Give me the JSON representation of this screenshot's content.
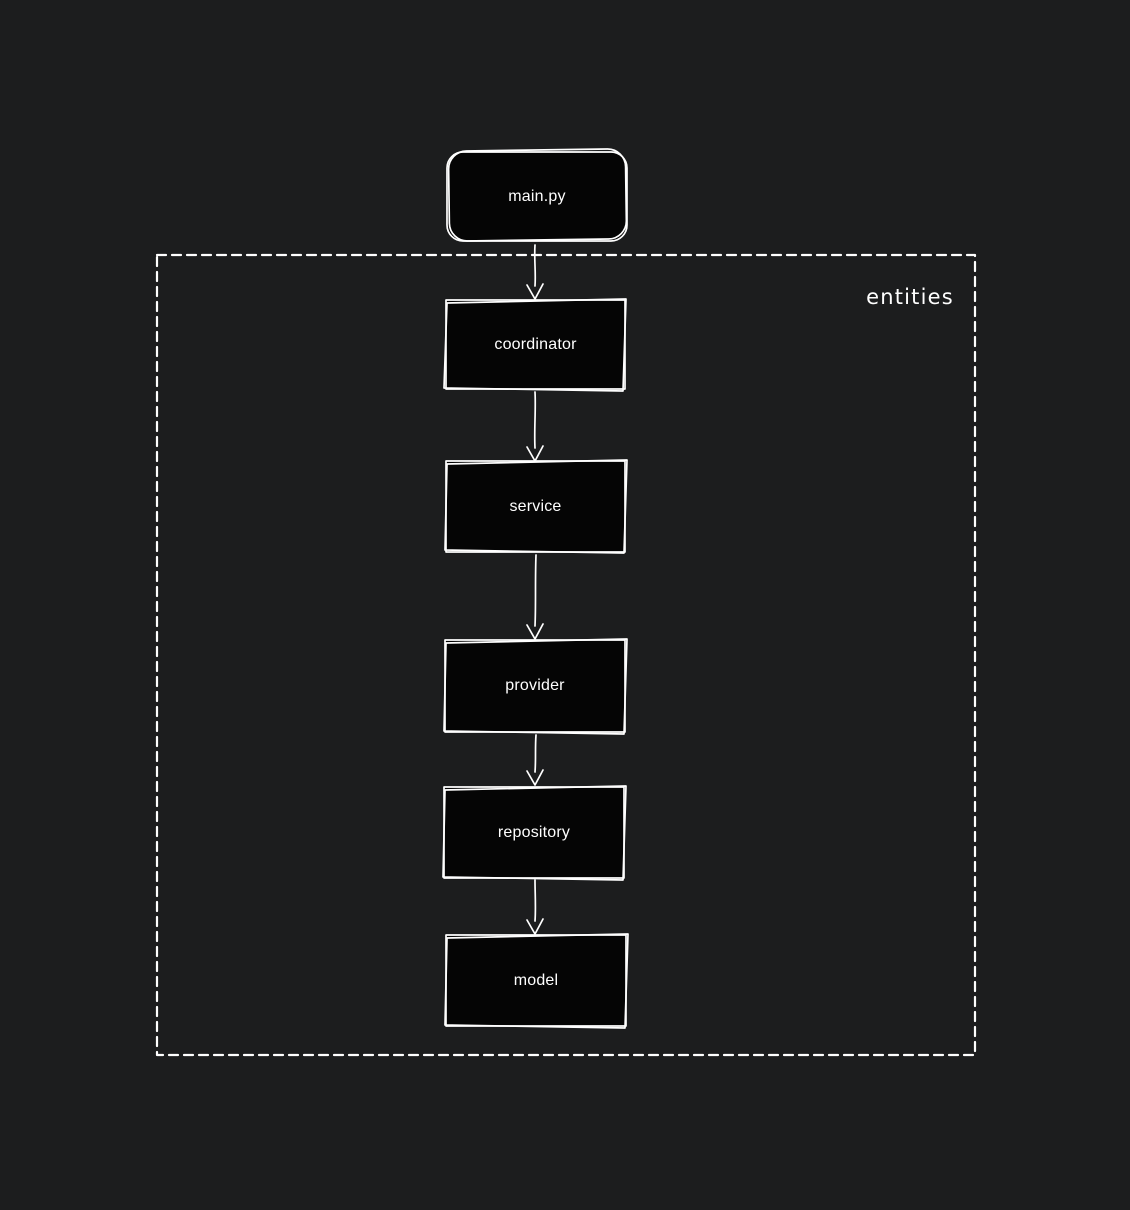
{
  "app": {
    "background": "#1c1d1e",
    "stroke_color": "#ffffff",
    "node_fill": "#050505",
    "text_color": "#ffffff"
  },
  "diagram": {
    "group": {
      "label": "entities"
    },
    "nodes": [
      {
        "label": "main.py"
      },
      {
        "label": "coordinator"
      },
      {
        "label": "service"
      },
      {
        "label": "provider"
      },
      {
        "label": "repository"
      },
      {
        "label": "model"
      }
    ],
    "edges": [
      {
        "from": "main.py",
        "to": "coordinator"
      },
      {
        "from": "coordinator",
        "to": "service"
      },
      {
        "from": "service",
        "to": "provider"
      },
      {
        "from": "provider",
        "to": "repository"
      },
      {
        "from": "repository",
        "to": "model"
      }
    ]
  }
}
